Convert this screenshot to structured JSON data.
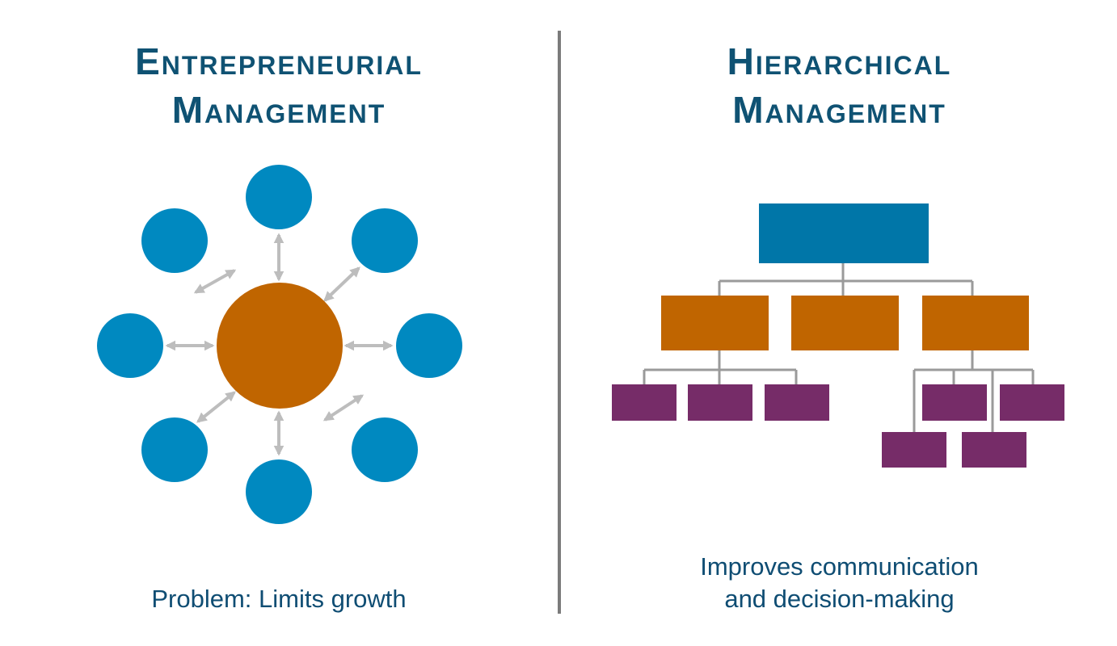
{
  "left": {
    "title_line1": "Entrepreneurial",
    "title_line2": "Management",
    "caption": "Problem: Limits growth"
  },
  "right": {
    "title_line1": "Hierarchical",
    "title_line2": "Management",
    "caption_line1": "Improves communication",
    "caption_line2": "and decision-making"
  },
  "colors": {
    "title": "#0f5273",
    "caption": "#0f4d73",
    "outer_circle": "#0089c0",
    "center_circle": "#c06500",
    "arrow": "#bdbdbd",
    "top_box": "#0076a8",
    "middle_box": "#c06500",
    "bottom_box": "#762c68",
    "connector": "#9a9a9a",
    "divider": "#7b7b7b"
  }
}
